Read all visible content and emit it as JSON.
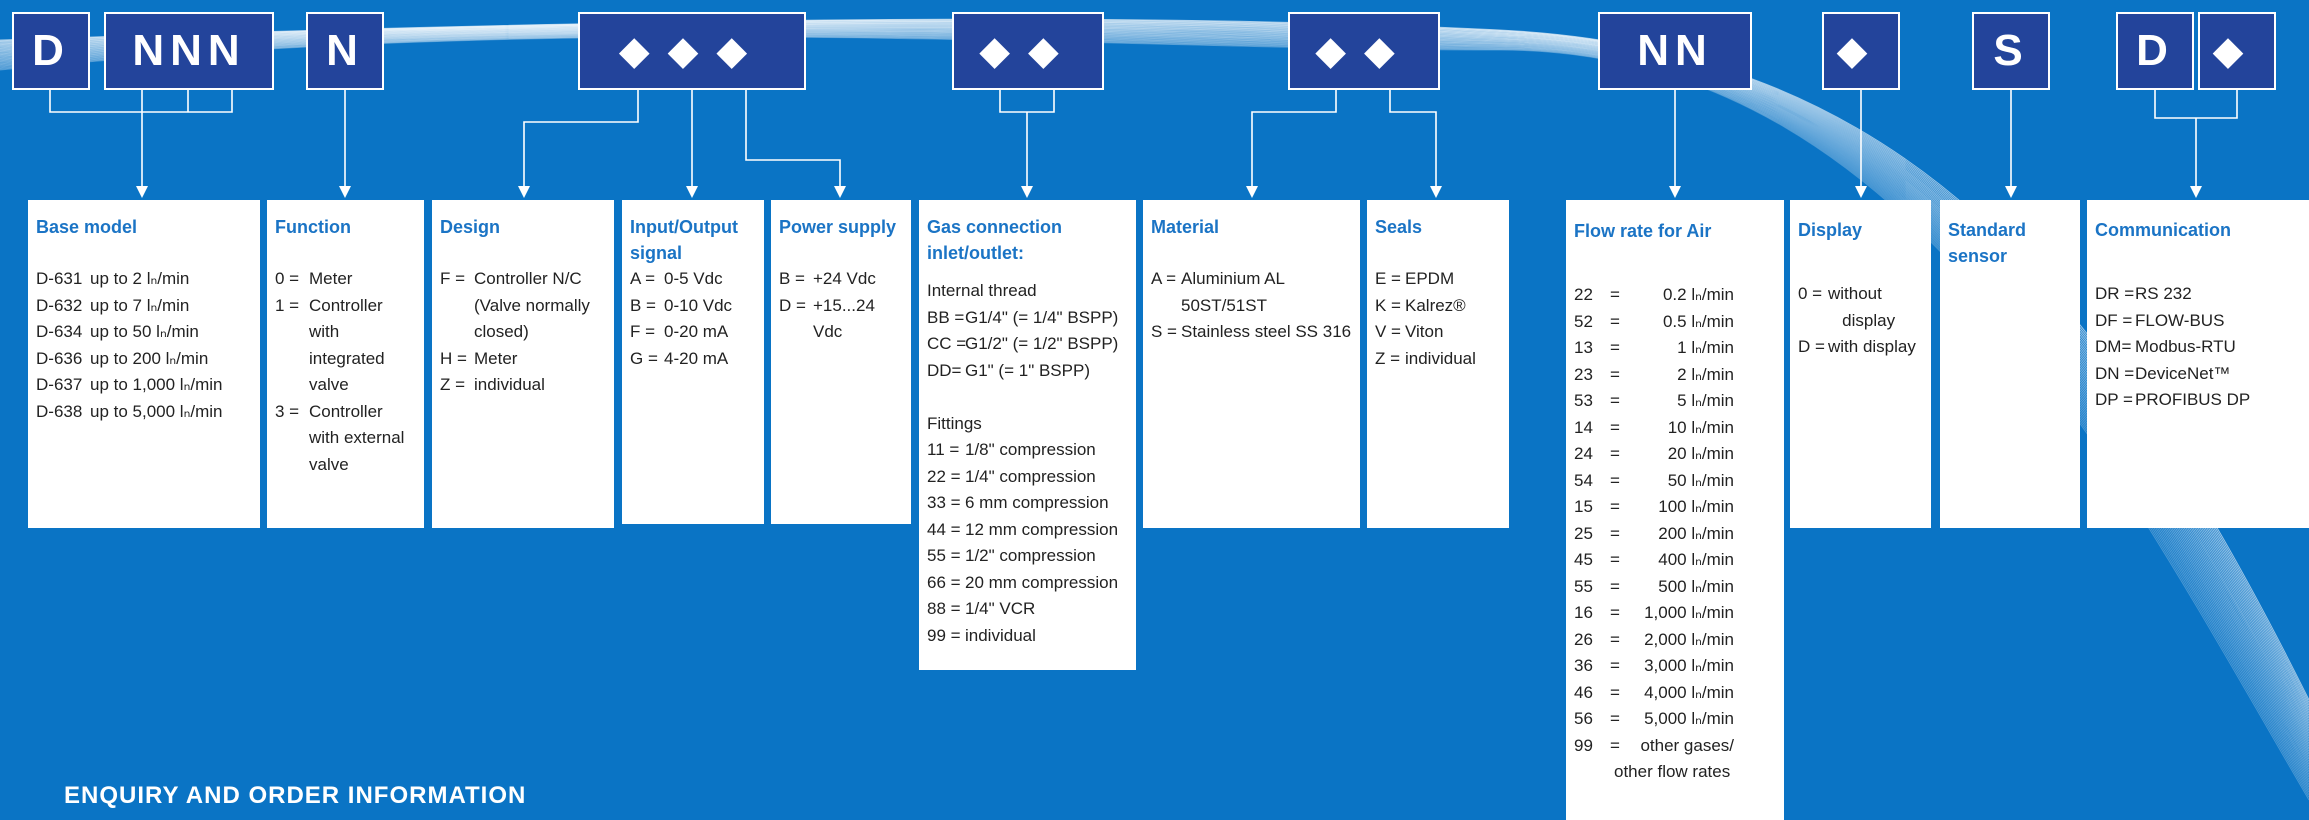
{
  "code_boxes": [
    {
      "text": "D"
    },
    {
      "text": "NNN"
    },
    {
      "text": "N"
    },
    {
      "text": "◆◆◆"
    },
    {
      "text": "◆◆"
    },
    {
      "text": "◆◆"
    },
    {
      "text": "NN"
    },
    {
      "text": "◆"
    },
    {
      "text": "S"
    },
    {
      "text": "D"
    },
    {
      "text": "◆"
    }
  ],
  "panels": {
    "base_model": {
      "title": "Base model",
      "rows": [
        {
          "k": "D-631",
          "v": "up to 2 lₙ/min"
        },
        {
          "k": "D-632",
          "v": "up to 7 lₙ/min"
        },
        {
          "k": "D-634",
          "v": "up to 50 lₙ/min"
        },
        {
          "k": "D-636",
          "v": "up to 200 lₙ/min"
        },
        {
          "k": "D-637",
          "v": "up to 1,000 lₙ/min"
        },
        {
          "k": "D-638",
          "v": "up to 5,000 lₙ/min"
        }
      ]
    },
    "function": {
      "title": "Function",
      "rows": [
        {
          "k": "0 =",
          "v": "Meter"
        },
        {
          "k": "1 =",
          "v": "Controller\nwith\nintegrated\nvalve"
        },
        {
          "k": "3 =",
          "v": "Controller\nwith external\nvalve"
        }
      ]
    },
    "design": {
      "title": "Design",
      "rows": [
        {
          "k": "F =",
          "v": "Controller N/C\n(Valve normally\nclosed)"
        },
        {
          "k": "H =",
          "v": "Meter"
        },
        {
          "k": "Z =",
          "v": "individual"
        }
      ]
    },
    "io_signal": {
      "title": "Input/Output signal",
      "rows": [
        {
          "k": "A =",
          "v": "0-5 Vdc"
        },
        {
          "k": "B =",
          "v": "0-10 Vdc"
        },
        {
          "k": "F =",
          "v": "0-20 mA"
        },
        {
          "k": "G =",
          "v": "4-20 mA"
        }
      ]
    },
    "power": {
      "title": "Power supply",
      "rows": [
        {
          "k": "B =",
          "v": "+24 Vdc"
        },
        {
          "k": "D =",
          "v": "+15...24 Vdc"
        }
      ]
    },
    "gas": {
      "title": "Gas connection inlet/outlet:",
      "section1": "Internal thread",
      "rows1": [
        {
          "k": "BB =",
          "v": "G1/4\" (= 1/4\" BSPP)"
        },
        {
          "k": "CC =",
          "v": "G1/2\" (= 1/2\" BSPP)"
        },
        {
          "k": "DD=",
          "v": "G1\" (= 1\" BSPP)"
        }
      ],
      "section2": "Fittings",
      "rows2": [
        {
          "k": "11 =",
          "v": "1/8\" compression"
        },
        {
          "k": "22 =",
          "v": "1/4\" compression"
        },
        {
          "k": "33 =",
          "v": "6 mm compression"
        },
        {
          "k": "44 =",
          "v": "12 mm compression"
        },
        {
          "k": "55 =",
          "v": "1/2\" compression"
        },
        {
          "k": "66 =",
          "v": "20 mm compression"
        },
        {
          "k": "88 =",
          "v": "1/4\" VCR"
        },
        {
          "k": "99 =",
          "v": "individual"
        }
      ]
    },
    "material": {
      "title": "Material",
      "rows": [
        {
          "k": "A =",
          "v": "Aluminium AL 50ST/51ST"
        },
        {
          "k": "S =",
          "v": "Stainless steel SS 316"
        }
      ]
    },
    "seals": {
      "title": "Seals",
      "rows": [
        {
          "k": "E =",
          "v": "EPDM"
        },
        {
          "k": "K =",
          "v": "Kalrez®"
        },
        {
          "k": "V =",
          "v": "Viton"
        },
        {
          "k": "Z =",
          "v": "individual"
        }
      ]
    },
    "flow": {
      "title": "Flow rate for Air",
      "rows": [
        {
          "k": "22",
          "v": "0.2 lₙ/min"
        },
        {
          "k": "52",
          "v": "0.5 lₙ/min"
        },
        {
          "k": "13",
          "v": "1 lₙ/min"
        },
        {
          "k": "23",
          "v": "2 lₙ/min"
        },
        {
          "k": "53",
          "v": "5 lₙ/min"
        },
        {
          "k": "14",
          "v": "10 lₙ/min"
        },
        {
          "k": "24",
          "v": "20 lₙ/min"
        },
        {
          "k": "54",
          "v": "50 lₙ/min"
        },
        {
          "k": "15",
          "v": "100 lₙ/min"
        },
        {
          "k": "25",
          "v": "200 lₙ/min"
        },
        {
          "k": "45",
          "v": "400 lₙ/min"
        },
        {
          "k": "55",
          "v": "500 lₙ/min"
        },
        {
          "k": "16",
          "v": "1,000 lₙ/min"
        },
        {
          "k": "26",
          "v": "2,000 lₙ/min"
        },
        {
          "k": "36",
          "v": "3,000 lₙ/min"
        },
        {
          "k": "46",
          "v": "4,000 lₙ/min"
        },
        {
          "k": "56",
          "v": "5,000 lₙ/min"
        },
        {
          "k": "99",
          "v": "other gases/"
        }
      ],
      "eq": "=",
      "last_line": "other flow rates"
    },
    "display": {
      "title": "Display",
      "rows": [
        {
          "k": "0 =",
          "v": "without\n   display"
        },
        {
          "k": "D =",
          "v": "with display"
        }
      ]
    },
    "sensor": {
      "title": "Standard sensor"
    },
    "communication": {
      "title": "Communication",
      "rows": [
        {
          "k": "DR =",
          "v": "RS 232"
        },
        {
          "k": "DF =",
          "v": "FLOW-BUS"
        },
        {
          "k": "DM=",
          "v": "Modbus-RTU"
        },
        {
          "k": "DN =",
          "v": "DeviceNet™"
        },
        {
          "k": "DP =",
          "v": "PROFIBUS DP"
        }
      ]
    }
  },
  "footer_title": "ENQUIRY AND ORDER INFORMATION",
  "colors": {
    "background": "#0a74c5",
    "box": "#23449b",
    "heading": "#1b74c5"
  }
}
